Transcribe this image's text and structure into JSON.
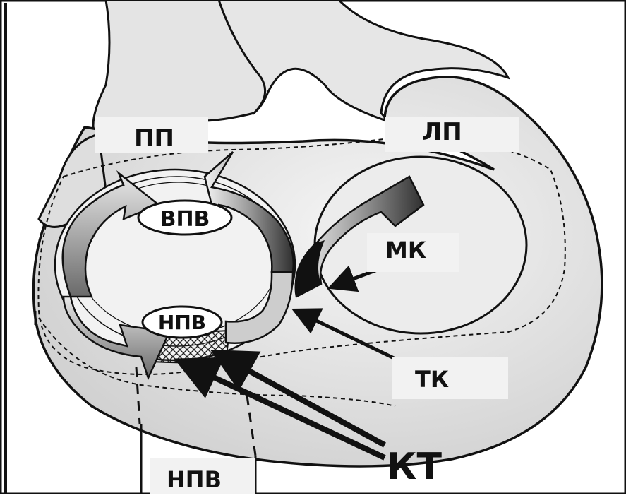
{
  "labels": {
    "right_atrium": "ПП",
    "left_atrium": "ЛП",
    "superior_vena_cava": "ВПВ",
    "inferior_vena_cava_ring": "НПВ",
    "inferior_vena_cava_below": "НПВ",
    "mitral_valve": "МК",
    "tricuspid_valve": "ТК",
    "cavotricuspid_isthmus": "КТ"
  },
  "colors": {
    "outline": "#111111",
    "tissue": "#e2e2e2",
    "tissue_light": "#f2f2f2",
    "arrow_fill_dark": "#4a4a4a",
    "arrow_fill_light": "#d8d8d8",
    "label_bg": "#f4f4f4"
  }
}
